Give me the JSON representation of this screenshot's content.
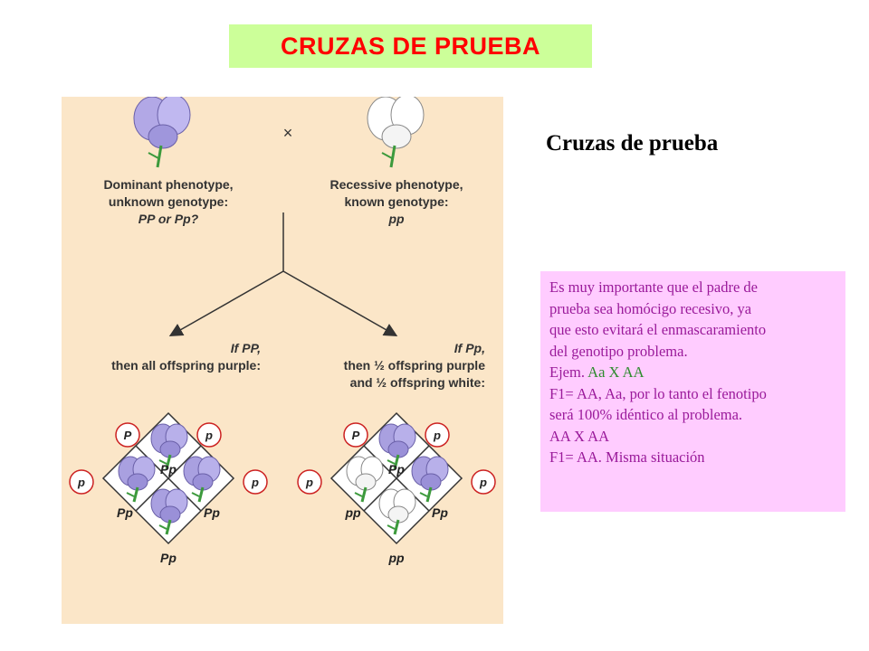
{
  "title": "CRUZAS DE PRUEBA",
  "subtitle": "Cruzas de prueba",
  "figure": {
    "cross_symbol": "×",
    "left_parent": [
      "Dominant phenotype,",
      "unknown genotype:",
      "PP or Pp?"
    ],
    "right_parent": [
      "Recessive phenotype,",
      "known genotype:",
      "pp"
    ],
    "left_outcome": [
      "If PP,",
      "then all offspring purple:"
    ],
    "right_outcome": [
      "If Pp,",
      "then ½ offspring purple",
      "and ½ offspring white:"
    ],
    "left_square": {
      "top_gametes": [
        "P",
        "p"
      ],
      "left_gametes": [
        "p"
      ],
      "right_gametes": [
        "p"
      ],
      "cells": [
        "Pp",
        "Pp",
        "Pp",
        "Pp"
      ]
    },
    "right_square": {
      "top_gametes": [
        "P",
        "p"
      ],
      "left_gametes": [
        "p"
      ],
      "right_gametes": [
        "p"
      ],
      "cells": [
        "Pp",
        "pp",
        "Pp",
        "pp"
      ]
    },
    "colors": {
      "purple": "#a9a0e0",
      "white": "#ffffff",
      "background": "#fbe6c8",
      "gamete_ring": "#cc2222"
    }
  },
  "note": {
    "lines": [
      "Es muy importante que el padre de",
      "prueba sea homócigo recesivo, ya",
      "que esto evitará el enmascaramiento",
      "del genotipo problema."
    ],
    "example1_prefix": "Ejem. ",
    "example1_cross": "Aa X AA",
    "example1_result": [
      "F1= AA, Aa, por lo tanto el fenotipo",
      "será 100% idéntico al problema."
    ],
    "example2_cross": "AA X AA",
    "example2_result": "F1= AA. Misma situación"
  }
}
